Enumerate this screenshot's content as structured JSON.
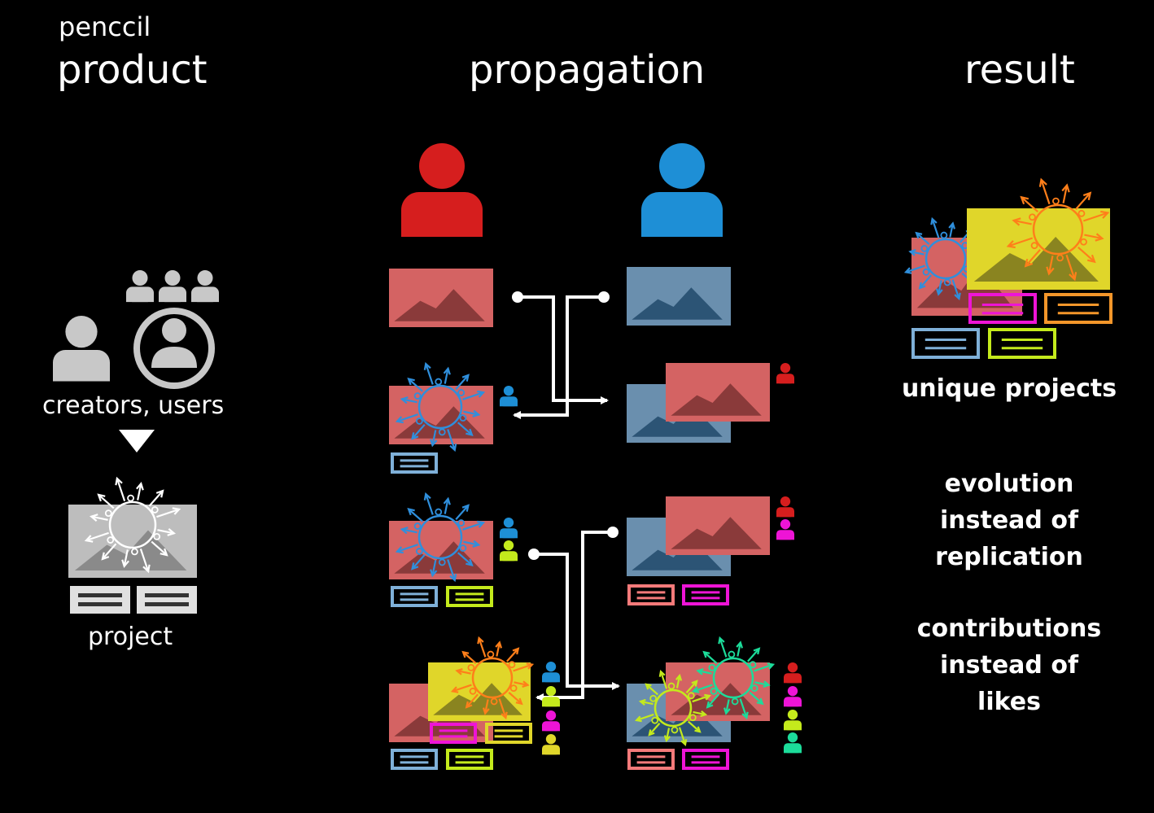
{
  "brand": "penccil",
  "columns": {
    "product": "product",
    "propagation": "propagation",
    "result": "result"
  },
  "product": {
    "users_label": "creators, users",
    "project_label": "project"
  },
  "result": {
    "unique": "unique projects",
    "evolution": [
      "evolution",
      "instead of",
      "replication"
    ],
    "contributions": [
      "contributions",
      "instead of",
      "likes"
    ]
  },
  "colors": {
    "red_user": "#d61e1e",
    "blue_user": "#1e8fd6",
    "image_red": "#d46363",
    "image_blue": "#6a8fae",
    "grey": "#c8c8c8",
    "blue_accent": "#2f8fdc",
    "orange": "#ff7f1a",
    "yellow": "#e0d62a",
    "lime": "#c4ea1c",
    "magenta": "#ee14d6",
    "teal": "#1cdc9a",
    "salmon": "#f47a7a",
    "orange_box": "#f4962a",
    "light_blue_box": "#7fb0d8"
  }
}
